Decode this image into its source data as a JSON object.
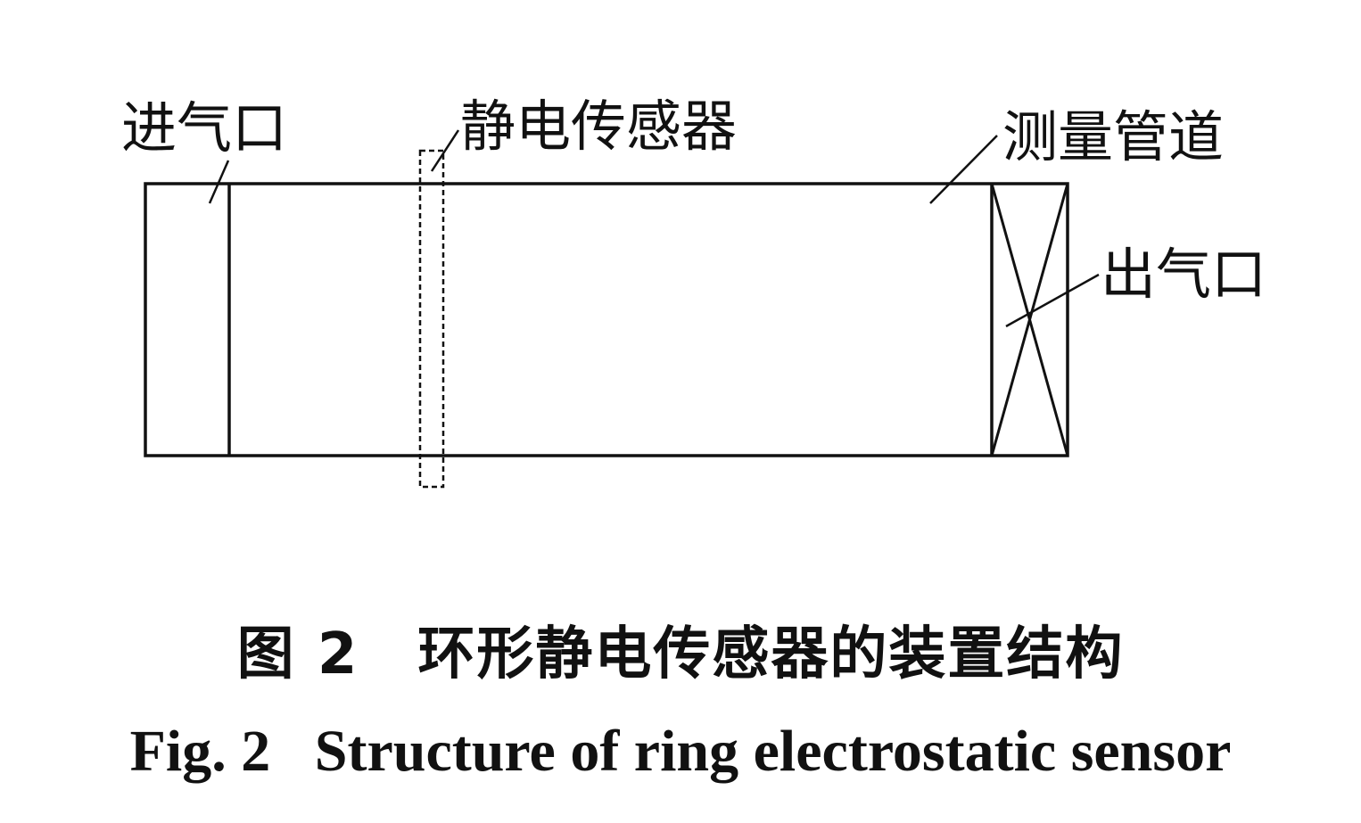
{
  "labels": {
    "inlet": "进气口",
    "sensor": "静电传感器",
    "pipe": "测量管道",
    "outlet": "出气口"
  },
  "caption": {
    "cn": "图 2　环形静电传感器的装置结构",
    "en": "Fig. 2   Structure of ring electrostatic sensor"
  },
  "colors": {
    "line": "#111111",
    "background": "#ffffff"
  }
}
